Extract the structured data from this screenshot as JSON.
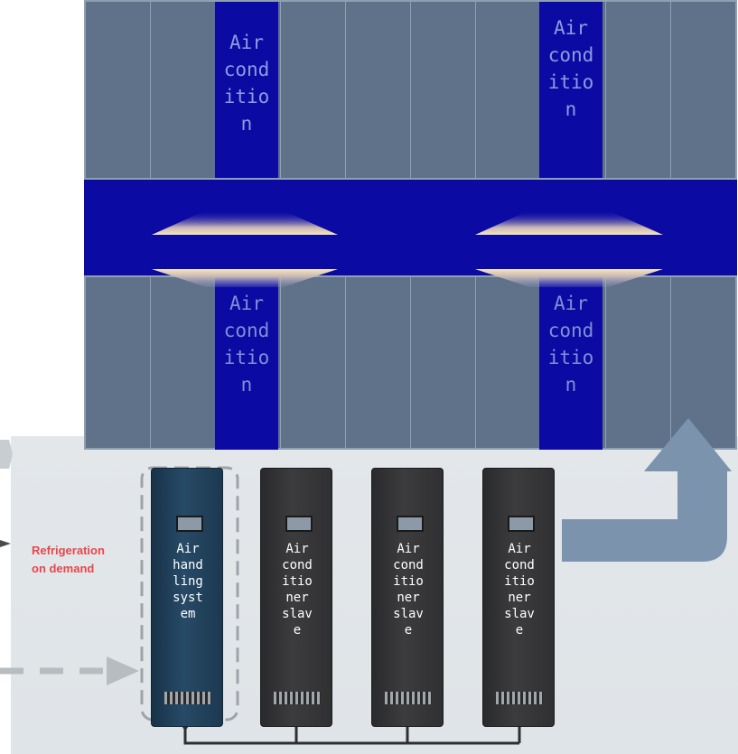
{
  "top_units": {
    "unit_1": "Air\ncond\nitio\nn",
    "unit_2": "Air\ncond\nitio\nn"
  },
  "bottom_units": {
    "unit_1": "Air\ncond\nitio\nn",
    "unit_2": "Air\ncond\nitio\nn"
  },
  "racks": {
    "handler": "Air\nhand\nling\nsyst\nem",
    "slave_1": "Air\ncond\nitio\nner\nslav\ne",
    "slave_2": "Air\ncond\nitio\nner\nslav\ne",
    "slave_3": "Air\ncond\nitio\nner\nslav\ne"
  },
  "callout": {
    "line1": "Refrigeration",
    "line2": "on demand"
  },
  "colors": {
    "cabinet_row": "#5f7289",
    "cold_aisle": "#0b0ba4",
    "callout_text": "#e8464b",
    "return_arrow": "#7c93ad"
  }
}
